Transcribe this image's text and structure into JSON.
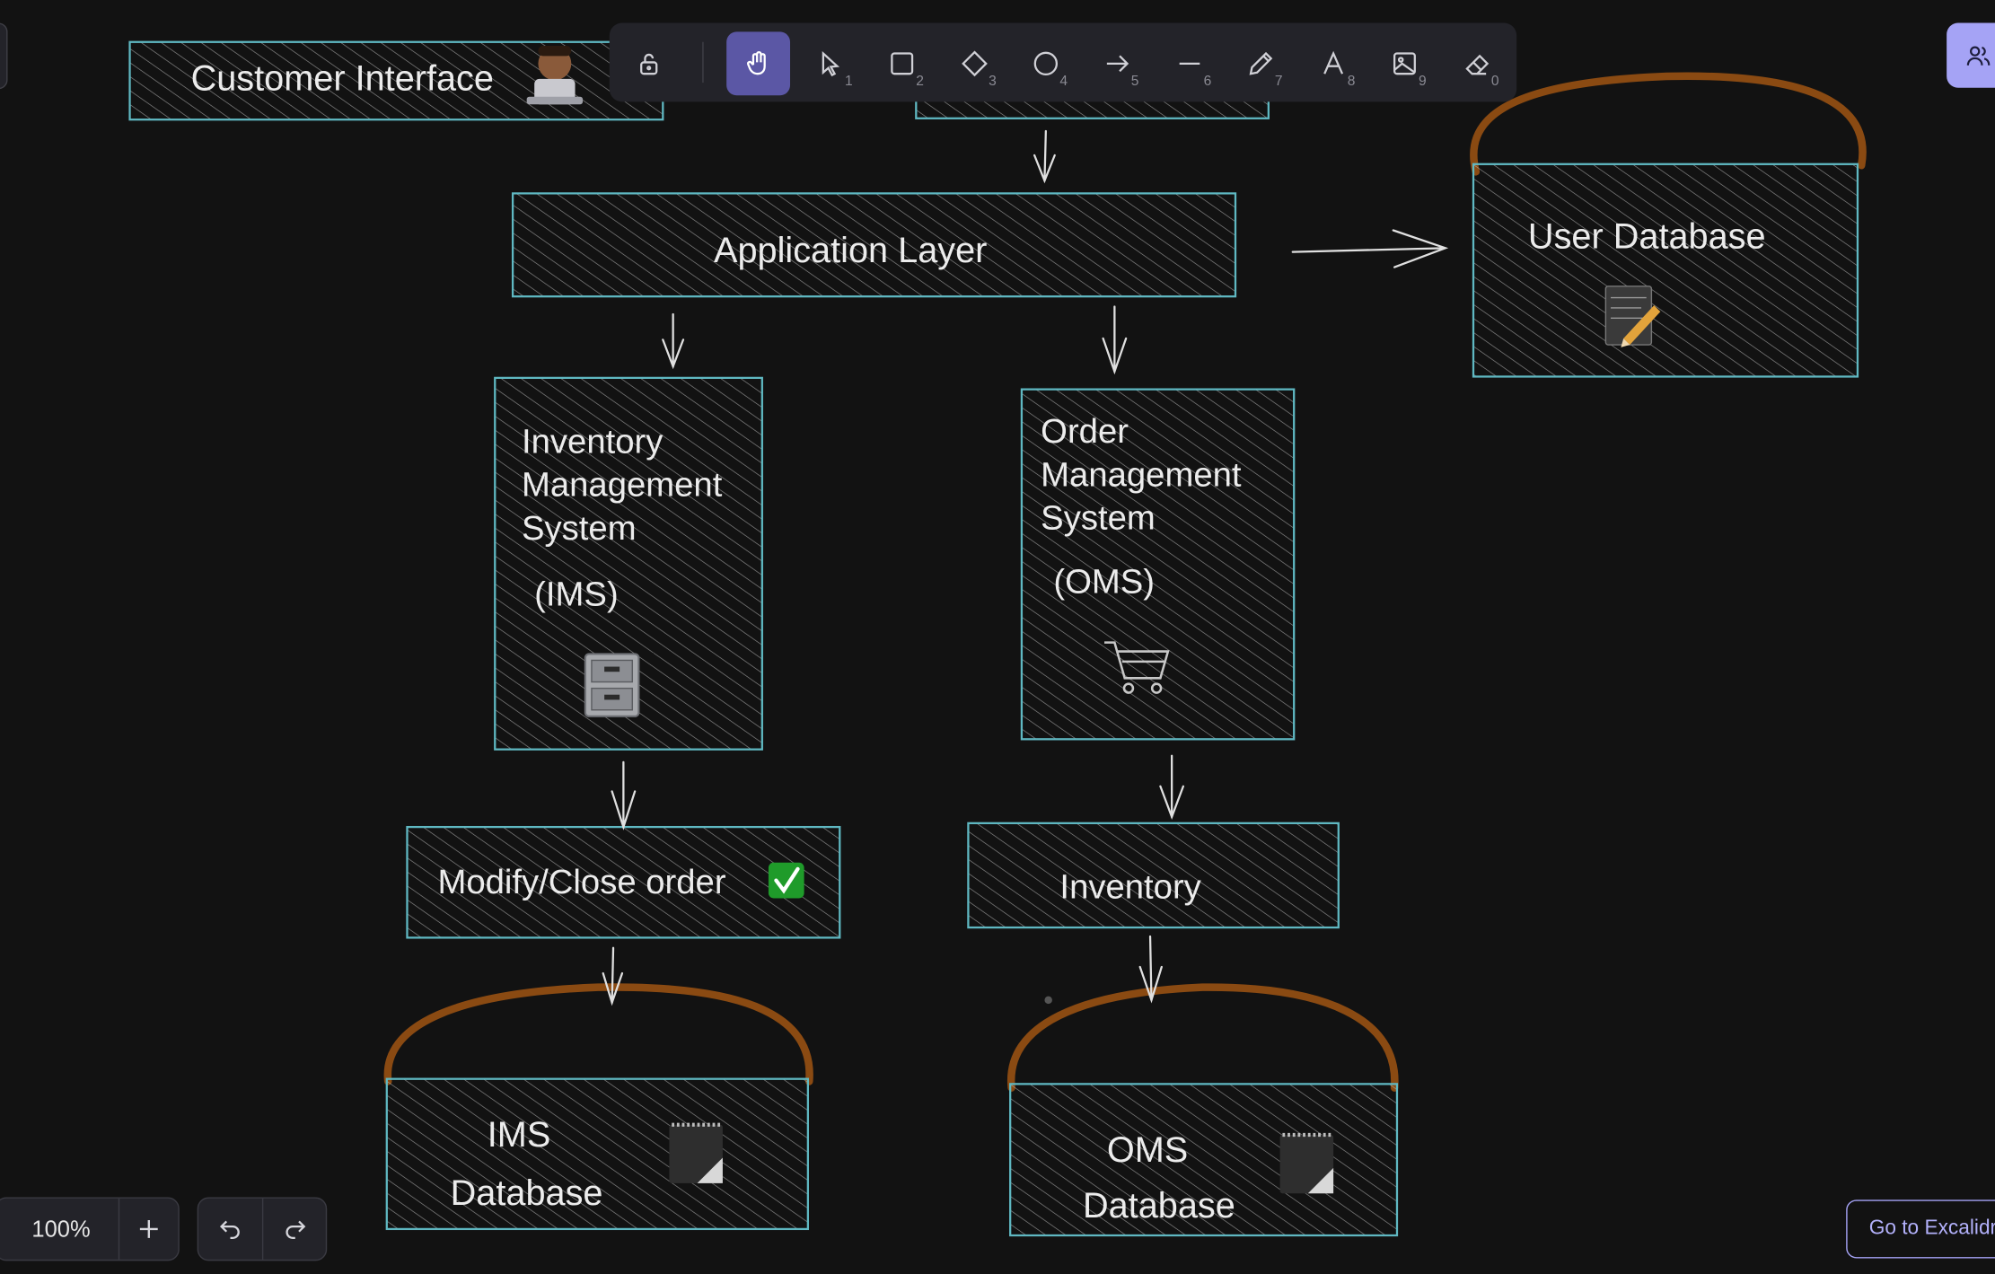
{
  "canvas": {
    "nodes": {
      "customer_interface": "Customer Interface",
      "application_layer": "Application Layer",
      "user_database": "User Database",
      "ims_title": "Inventory Management System",
      "ims_abbr": "(IMS)",
      "oms_title": "Order Management System",
      "oms_abbr": "(OMS)",
      "modify_close_order": "Modify/Close order",
      "inventory": "Inventory",
      "ims_database_line1": "IMS",
      "ims_database_line2": "Database",
      "oms_database_line1": "OMS",
      "oms_database_line2": "Database"
    },
    "icons": {
      "customer": "technologist-icon",
      "user_db": "memo-icon",
      "ims": "file-cabinet-icon",
      "oms": "shopping-cart-icon",
      "modify": "check-mark-icon",
      "ims_db": "notepad-icon",
      "oms_db": "notepad-icon"
    },
    "colors": {
      "background": "#121212",
      "box_stroke": "#5fb8c2",
      "hatch": "#b9b9b9",
      "arc": "#8a4a12",
      "text": "#ececec"
    }
  },
  "toolbar": {
    "tools": [
      {
        "name": "lock",
        "key": ""
      },
      {
        "name": "hand",
        "key": ""
      },
      {
        "name": "selection",
        "key": "1"
      },
      {
        "name": "rectangle",
        "key": "2"
      },
      {
        "name": "diamond",
        "key": "3"
      },
      {
        "name": "ellipse",
        "key": "4"
      },
      {
        "name": "arrow",
        "key": "5"
      },
      {
        "name": "line",
        "key": "6"
      },
      {
        "name": "draw",
        "key": "7"
      },
      {
        "name": "text",
        "key": "8"
      },
      {
        "name": "image",
        "key": "9"
      },
      {
        "name": "eraser",
        "key": "0"
      }
    ],
    "active_tool": "hand"
  },
  "footer": {
    "zoom_level": "100%",
    "goto_label": "Go to Excalidraw+"
  }
}
